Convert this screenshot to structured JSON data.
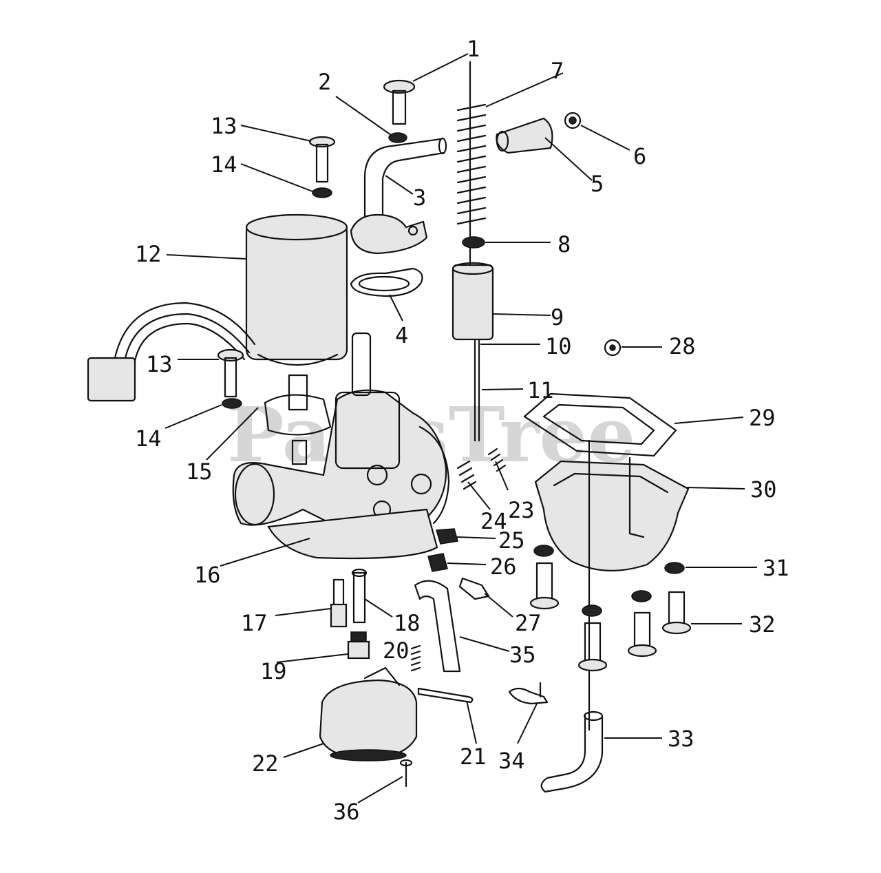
{
  "watermark": "PartsTree",
  "callouts": [
    {
      "id": "c1",
      "label": "1"
    },
    {
      "id": "c2",
      "label": "2"
    },
    {
      "id": "c3",
      "label": "3"
    },
    {
      "id": "c4",
      "label": "4"
    },
    {
      "id": "c5",
      "label": "5"
    },
    {
      "id": "c6",
      "label": "6"
    },
    {
      "id": "c7",
      "label": "7"
    },
    {
      "id": "c8",
      "label": "8"
    },
    {
      "id": "c9",
      "label": "9"
    },
    {
      "id": "c10",
      "label": "10"
    },
    {
      "id": "c11",
      "label": "11"
    },
    {
      "id": "c12",
      "label": "12"
    },
    {
      "id": "c13a",
      "label": "13"
    },
    {
      "id": "c13b",
      "label": "13"
    },
    {
      "id": "c14a",
      "label": "14"
    },
    {
      "id": "c14b",
      "label": "14"
    },
    {
      "id": "c15",
      "label": "15"
    },
    {
      "id": "c16",
      "label": "16"
    },
    {
      "id": "c17",
      "label": "17"
    },
    {
      "id": "c18",
      "label": "18"
    },
    {
      "id": "c19",
      "label": "19"
    },
    {
      "id": "c20",
      "label": "20"
    },
    {
      "id": "c21",
      "label": "21"
    },
    {
      "id": "c22",
      "label": "22"
    },
    {
      "id": "c23",
      "label": "23"
    },
    {
      "id": "c24",
      "label": "24"
    },
    {
      "id": "c25",
      "label": "25"
    },
    {
      "id": "c26",
      "label": "26"
    },
    {
      "id": "c27",
      "label": "27"
    },
    {
      "id": "c28",
      "label": "28"
    },
    {
      "id": "c29",
      "label": "29"
    },
    {
      "id": "c30",
      "label": "30"
    },
    {
      "id": "c31",
      "label": "31"
    },
    {
      "id": "c32",
      "label": "32"
    },
    {
      "id": "c33",
      "label": "33"
    },
    {
      "id": "c34",
      "label": "34"
    },
    {
      "id": "c35",
      "label": "35"
    },
    {
      "id": "c36",
      "label": "36"
    }
  ]
}
